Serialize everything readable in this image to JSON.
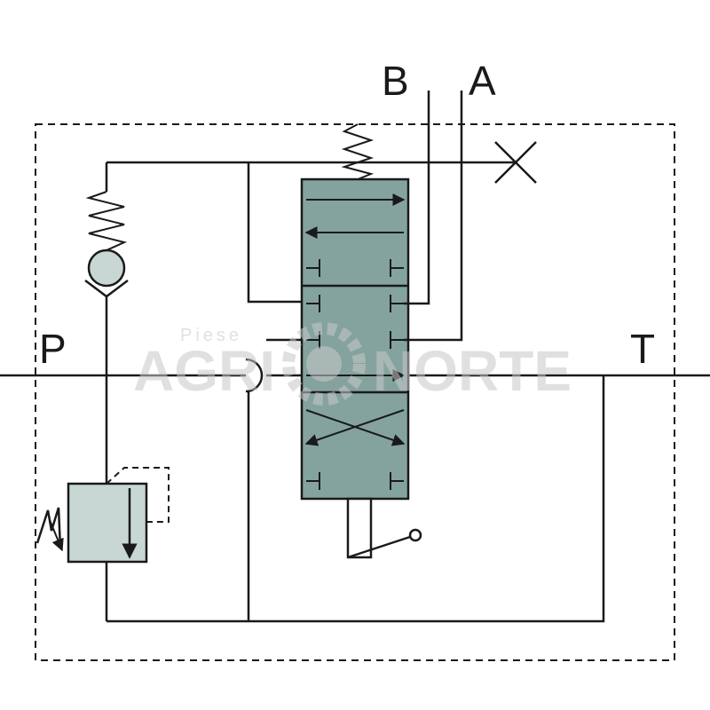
{
  "ports": {
    "b": "B",
    "a": "A",
    "p": "P",
    "t": "T"
  },
  "watermark": {
    "small": "Piese",
    "left": "AGRI",
    "right": "NORTE"
  },
  "colors": {
    "line": "#1a1a1a",
    "valve_fill": "#84a39e",
    "relief_fill": "#c9d7d4",
    "watermark": "#c8c8c8"
  }
}
